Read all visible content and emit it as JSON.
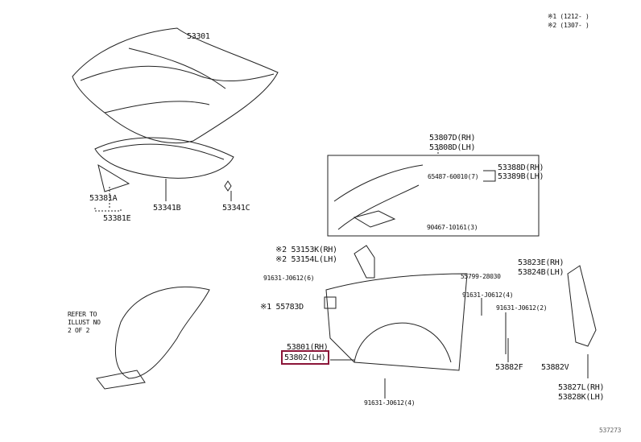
{
  "legend": {
    "note1": "※1 (1212-      )",
    "note2": "※2 (1307-      )"
  },
  "footer_code": "537273",
  "refer_note": [
    "REFER TO",
    "ILLUST NO",
    "2 OF 2"
  ],
  "highlight_color": "#8b1538",
  "parts": {
    "hood": "53301",
    "hood_seal_a": "53381A",
    "hood_seal_e": "53381E",
    "hood_insulator": "53341B",
    "insulator_clip": "53341C",
    "molding_rh": "53807D(RH)",
    "molding_lh": "53808D(LH)",
    "seal_rh": "53388D(RH)",
    "seal_lh": "53389B(LH)",
    "clip_65487": "65487-60010(7)",
    "screw_90467": "90467-10161(3)",
    "bracket_rh": "※2 53153K(RH)",
    "bracket_lh": "※2 53154L(LH)",
    "bolt_6": "91631-J0612(6)",
    "pad": "※1 55783D",
    "fender_rh": "53801(RH)",
    "fender_lh": "53802(LH)",
    "bolt_4_bottom": "91631-J0612(4)",
    "seal_e_rh": "53823E(RH)",
    "seal_b_lh": "53824B(LH)",
    "clip_55799": "55799-28030",
    "bolt_4_right": "91631-J0612(4)",
    "bolt_2": "91631-J0612(2)",
    "pin_f": "53882F",
    "pin_v": "53882V",
    "protector_rh": "53827L(RH)",
    "protector_lh": "53828K(LH)"
  }
}
